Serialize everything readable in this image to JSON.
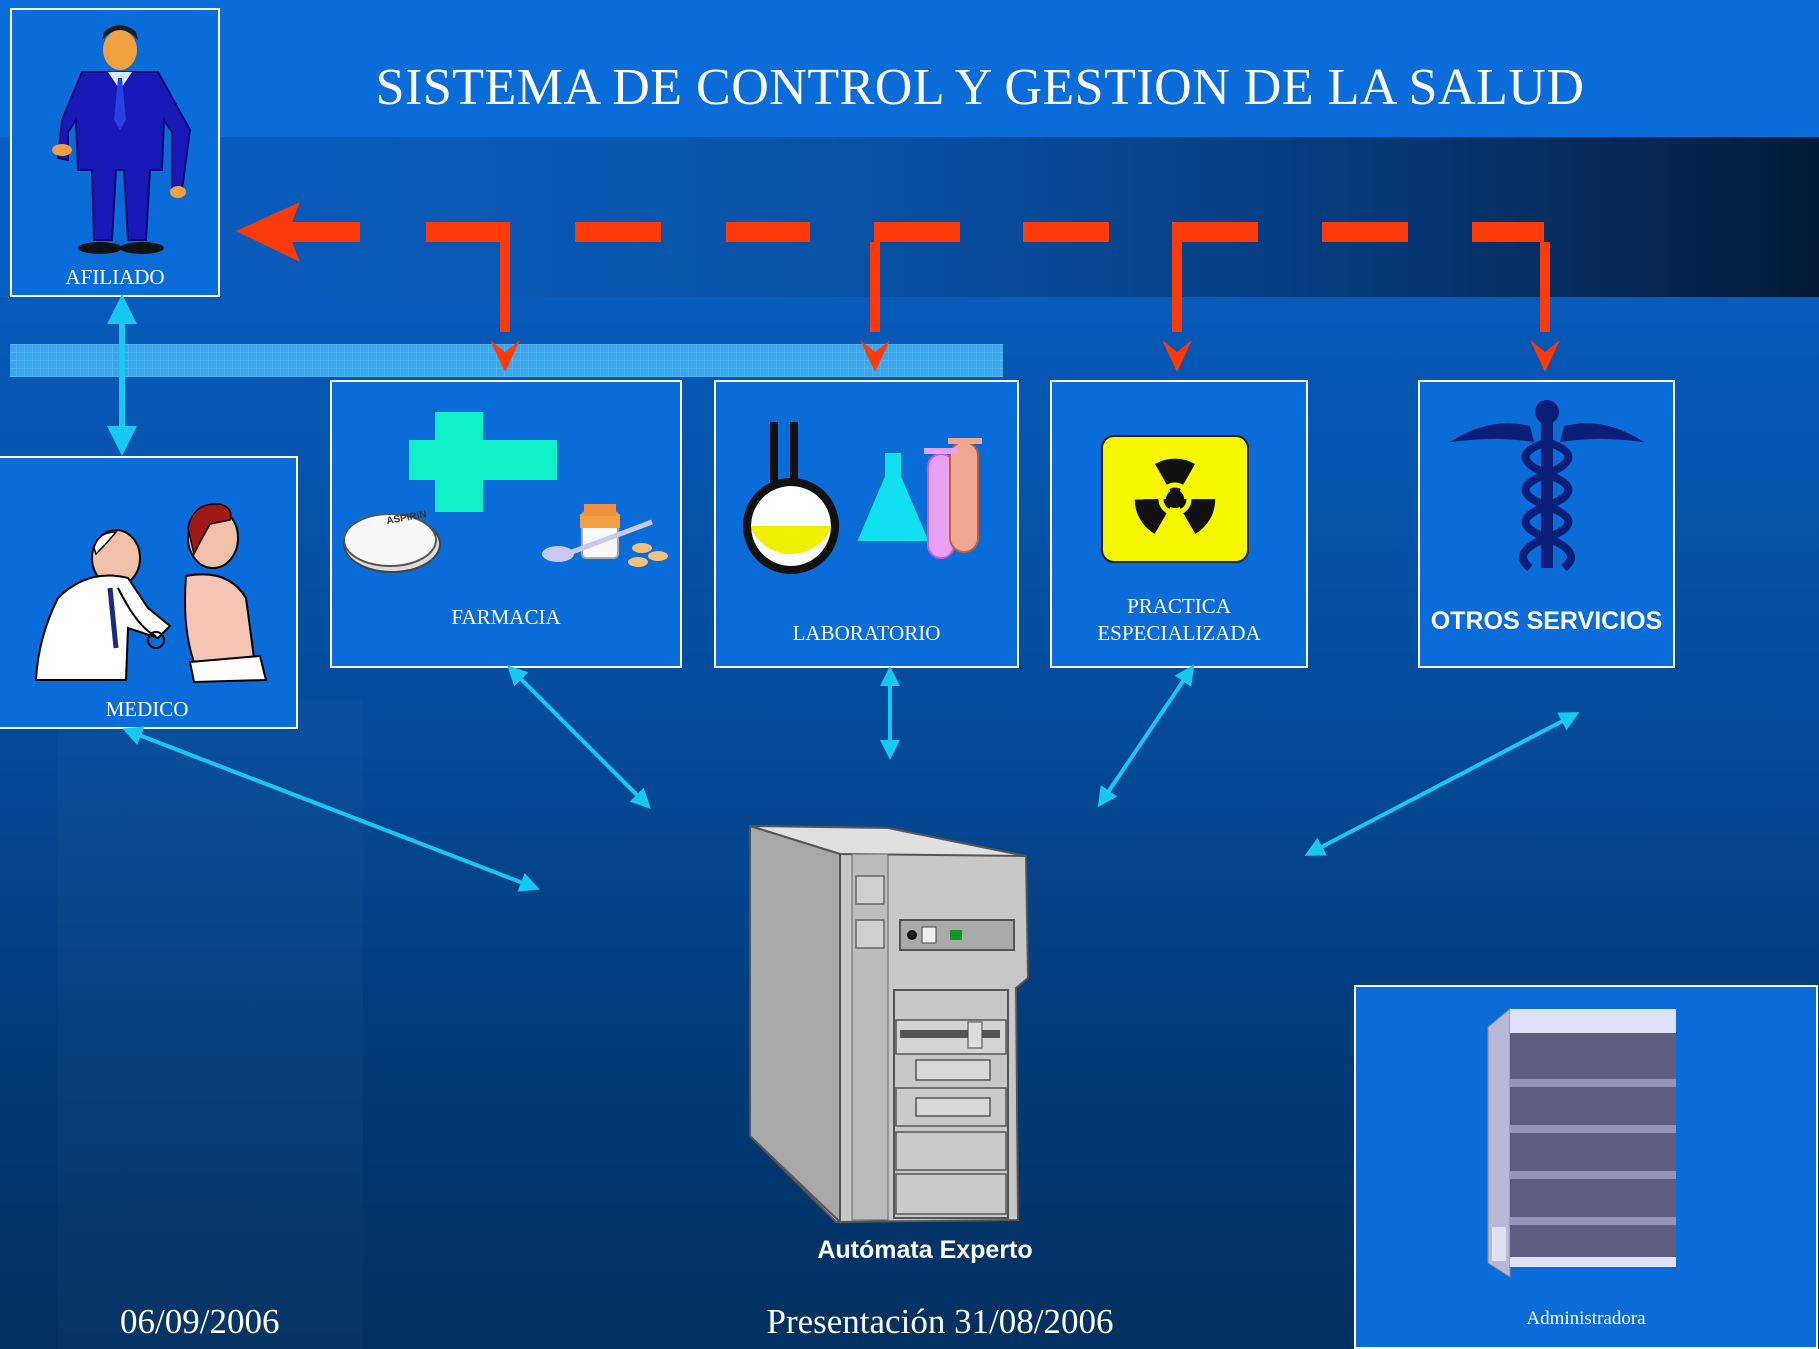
{
  "title": "SISTEMA DE CONTROL Y GESTION DE LA SALUD",
  "nodes": {
    "afiliado": "AFILIADO",
    "medico": "MEDICO",
    "farmacia": "FARMACIA",
    "laboratorio": "LABORATORIO",
    "practica": [
      "PRACTICA",
      "ESPECIALIZADA"
    ],
    "otros": "OTROS SERVICIOS",
    "automata": "Autómata Experto",
    "administradora": "Administradora"
  },
  "pill_text": "ASPIRIN",
  "footer": {
    "date": "06/09/2006",
    "presentation": "Presentación 31/08/2006"
  },
  "colors": {
    "background": "#0a6cd8",
    "box_fill": "#0a6cd8",
    "dashed_arrow": "#ff3a0a",
    "link_arrow": "#17c8f0"
  }
}
